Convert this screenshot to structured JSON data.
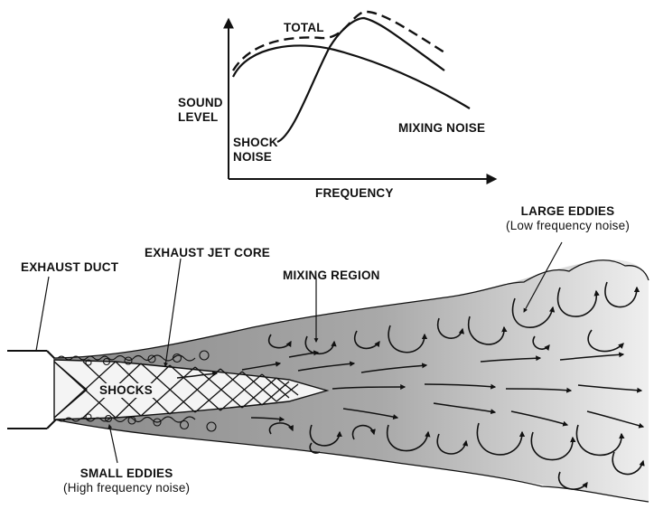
{
  "graph": {
    "curve_total": "TOTAL",
    "axis_y_line1": "SOUND",
    "axis_y_line2": "LEVEL",
    "curve_shock_line1": "SHOCK",
    "curve_shock_line2": "NOISE",
    "curve_mixing": "MIXING NOISE",
    "axis_x": "FREQUENCY"
  },
  "jet": {
    "exhaust_duct": "EXHAUST DUCT",
    "exhaust_jet_core": "EXHAUST JET CORE",
    "mixing_region": "MIXING REGION",
    "shocks": "SHOCKS",
    "large_eddies_title": "LARGE EDDIES",
    "large_eddies_sub": "(Low frequency noise)",
    "small_eddies_title": "SMALL EDDIES",
    "small_eddies_sub": "(High frequency noise)"
  },
  "colors": {
    "ink": "#111111",
    "plume_dark": "#8f8f8f",
    "plume_light": "#ececec"
  }
}
